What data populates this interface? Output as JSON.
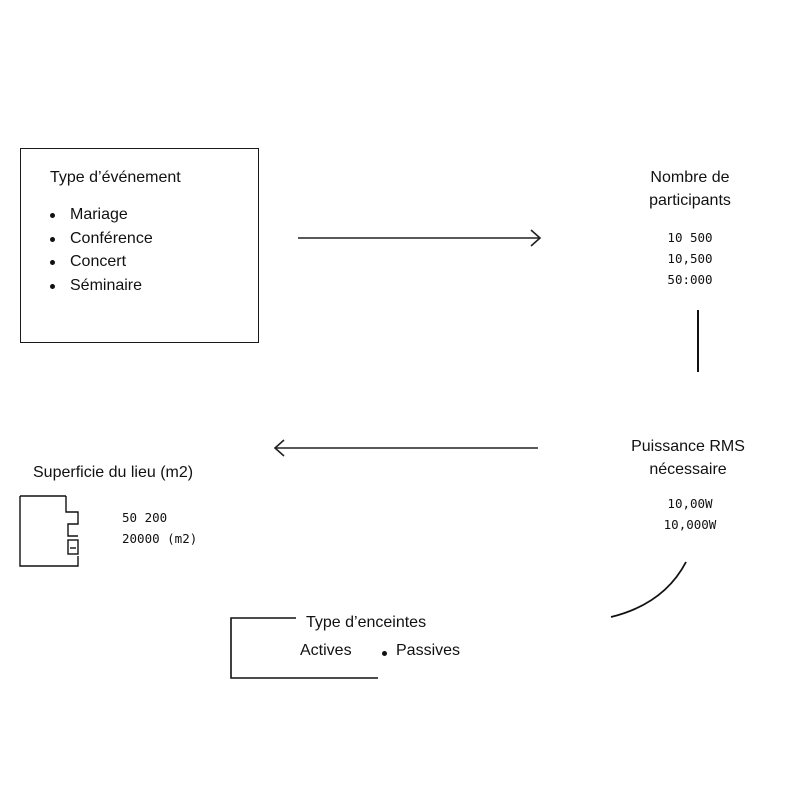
{
  "event_type": {
    "title": "Type d’événement",
    "items": [
      "Mariage",
      "Conférence",
      "Concert",
      "Séminaire"
    ]
  },
  "participants": {
    "title": "Nombre de participants",
    "values": [
      "10 500",
      "10,500",
      "50:000"
    ]
  },
  "power": {
    "title": "Puissance RMS nécessaire",
    "values": [
      "10,00W",
      "10,000W"
    ]
  },
  "area": {
    "title": "Superficie du lieu (m2)",
    "values": [
      "50 200",
      "20000 (m2)"
    ]
  },
  "enclosures": {
    "title": "Type d’enceintes",
    "options": [
      "Actives",
      "Passives"
    ]
  }
}
